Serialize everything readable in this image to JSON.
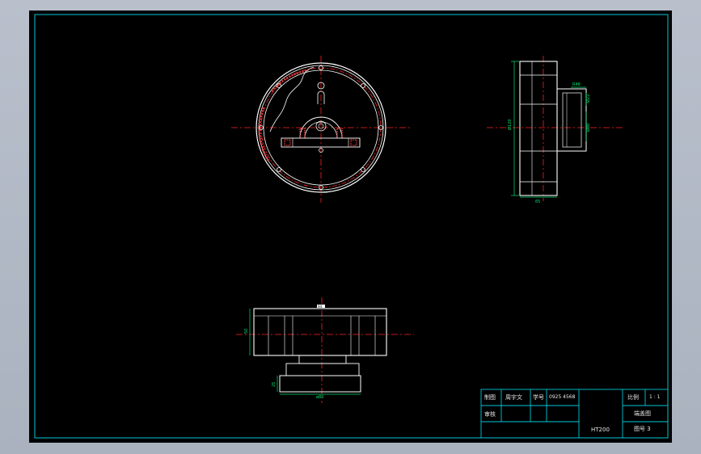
{
  "colors": {
    "background": "#000000",
    "frame": "#00c8d8",
    "outline": "#ffffff",
    "centerline": "#ff2020",
    "dimension": "#00e070",
    "hatch": "#e23a3a"
  },
  "views": {
    "front": {
      "dim_labels": []
    },
    "side": {
      "dim_labels": [
        "R48",
        "Ø22",
        "Ø80",
        "Ø120",
        "65"
      ]
    },
    "top": {
      "top_label": "94",
      "dim_left": "50",
      "dim_height": "25",
      "dim_bottom": "ø80"
    }
  },
  "title_block": {
    "drawn_label": "制图",
    "drawn_name": "周宇文",
    "student_no_label": "学号",
    "student_no": "0925 4568",
    "check_label": "审核",
    "material": "HT200",
    "scale_label": "比例",
    "scale_value": "1 : 1",
    "part_name": "端盖图",
    "drawing_no": "图号 3"
  }
}
